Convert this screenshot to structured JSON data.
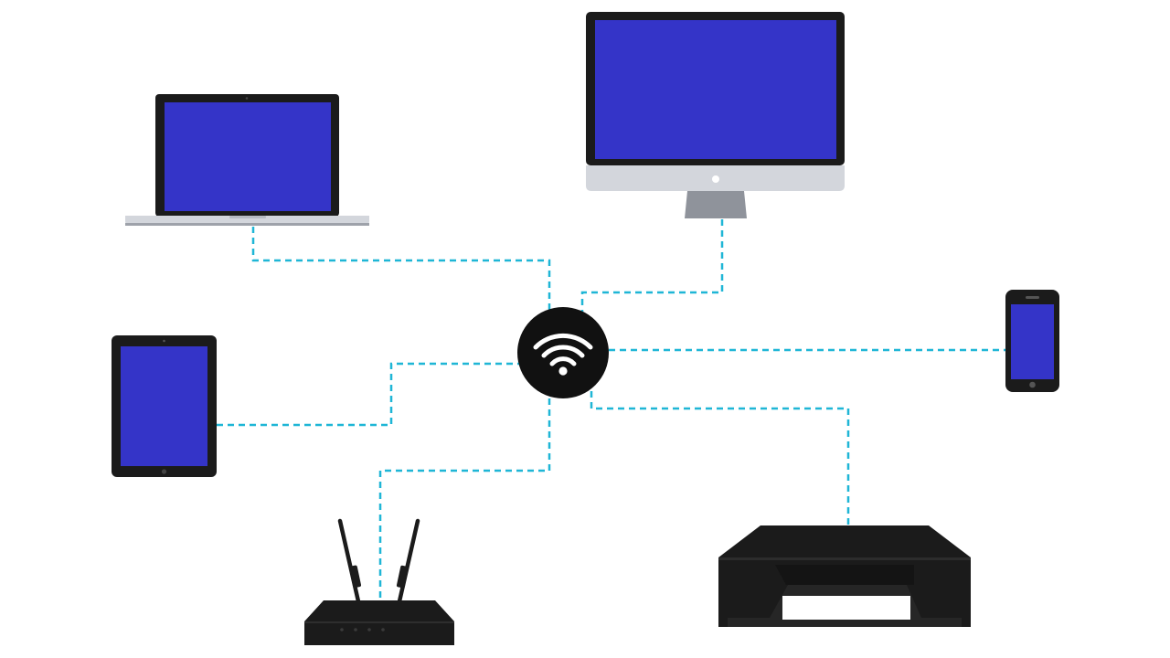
{
  "diagram": {
    "type": "network",
    "hub": {
      "id": "wifi",
      "icon": "wifi-icon"
    },
    "devices": [
      {
        "id": "laptop",
        "icon": "laptop-icon"
      },
      {
        "id": "desktop",
        "icon": "desktop-monitor-icon"
      },
      {
        "id": "tablet",
        "icon": "tablet-icon"
      },
      {
        "id": "smartphone",
        "icon": "smartphone-icon"
      },
      {
        "id": "router",
        "icon": "router-icon"
      },
      {
        "id": "printer",
        "icon": "printer-icon"
      }
    ],
    "connections": [
      {
        "from": "wifi",
        "to": "laptop"
      },
      {
        "from": "wifi",
        "to": "desktop"
      },
      {
        "from": "wifi",
        "to": "tablet"
      },
      {
        "from": "wifi",
        "to": "smartphone"
      },
      {
        "from": "wifi",
        "to": "router"
      },
      {
        "from": "wifi",
        "to": "printer"
      }
    ]
  },
  "colors": {
    "background": "#ffffff",
    "link": "#1fb6d6",
    "screen": "#3434c8",
    "device_body": "#1b1b1b",
    "device_silver": "#d3d6dc",
    "hub": "#111111"
  }
}
